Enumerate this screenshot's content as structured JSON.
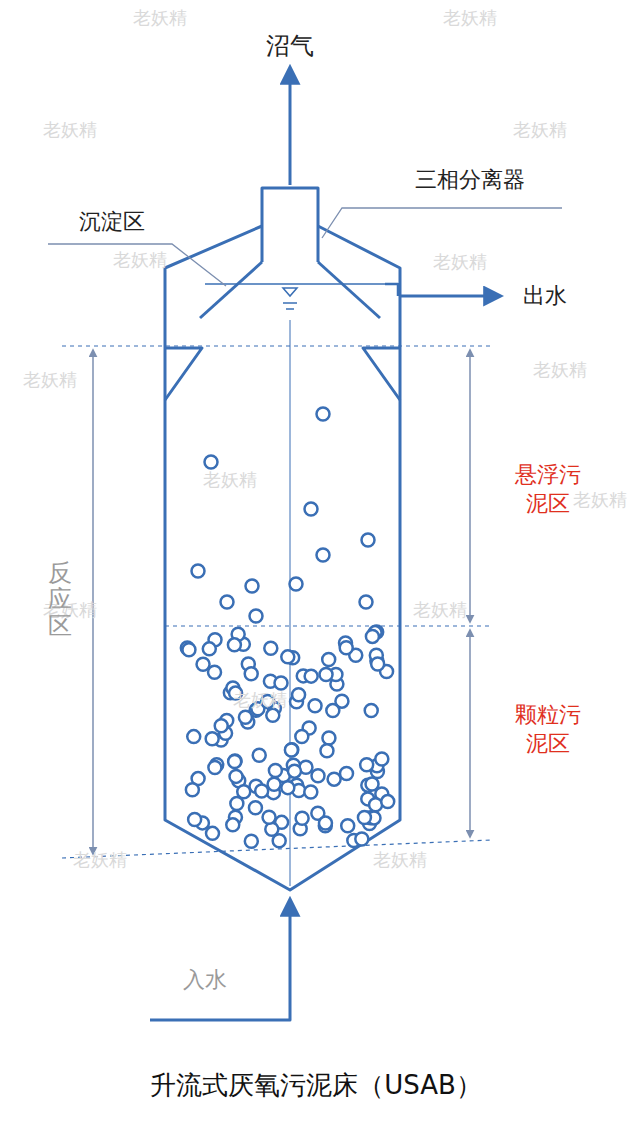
{
  "diagram": {
    "caption": "升流式厌氧污泥床（USAB）",
    "labels": [
      "沼气",
      "三相分离器",
      "沉淀区",
      "出水",
      "反应区",
      "悬浮污泥区",
      "颗粒污泥区",
      "入水",
      "老妖精",
      "老妖精",
      "老妖精",
      "老妖精",
      "老妖精",
      "老妖精",
      "老妖精",
      "老妖精",
      "老妖精",
      "老妖精",
      "老妖精",
      "老妖精",
      "老妖精",
      "老妖精",
      "老妖精"
    ]
  }
}
